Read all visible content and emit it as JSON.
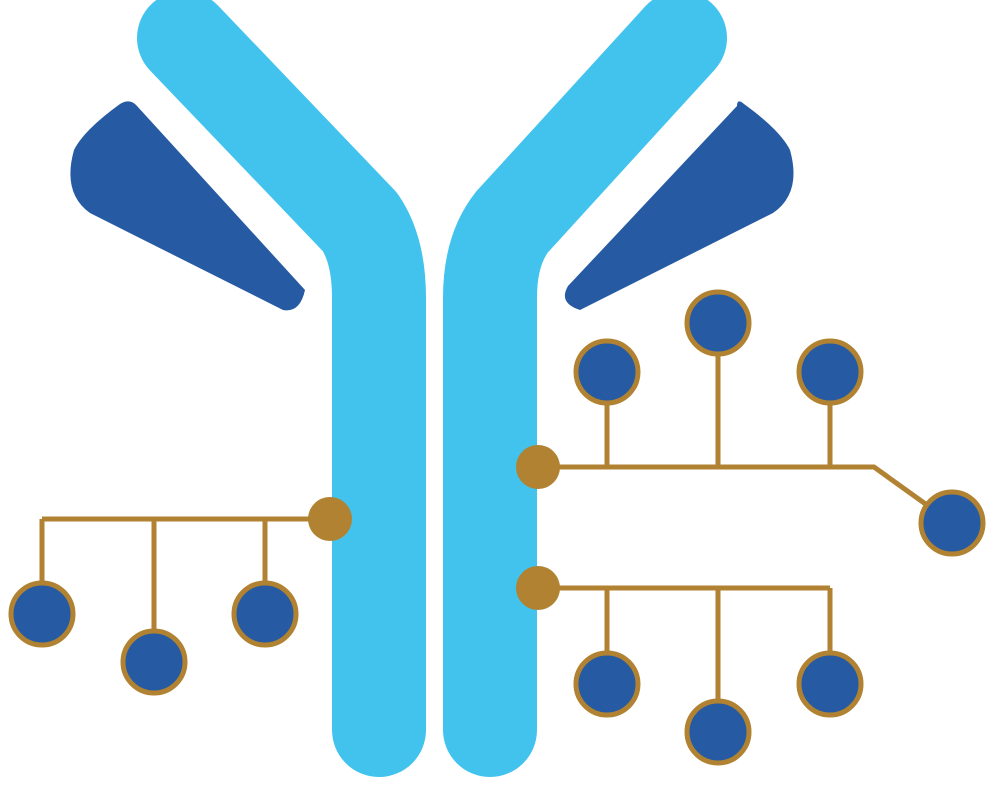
{
  "colors": {
    "heavy_chain": "#42C3EE",
    "light_chain": "#265AA2",
    "glycan_link": "#B08231",
    "glycan_sugar": "#265AA2",
    "background": "#FFFFFF"
  },
  "figure": {
    "subject": "antibody-glycosylation",
    "heavy_chains": 2,
    "light_chains": 2,
    "glycans": [
      {
        "side": "left",
        "sugars": 3
      },
      {
        "side": "right-upper",
        "sugars": 4
      },
      {
        "side": "right-lower",
        "sugars": 3
      }
    ]
  }
}
